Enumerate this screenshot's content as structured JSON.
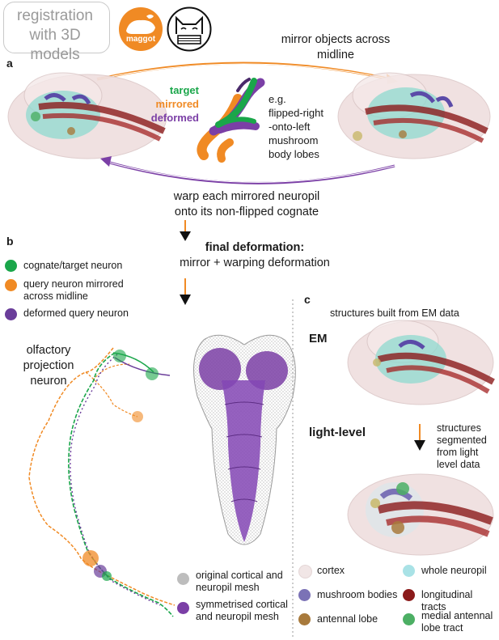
{
  "badge": {
    "title_line1": "registration",
    "title_line2": "with 3D models",
    "maggot_label": "maggot"
  },
  "panel_a": {
    "letter": "a",
    "top_arrow_label_line1": "mirror objects across",
    "top_arrow_label_line2": "midline",
    "lobe_legend": {
      "target": "target",
      "mirrored": "mirrored",
      "deformed": "deformed"
    },
    "example_text": [
      "e.g.",
      "flipped-right",
      "-onto-left",
      "mushroom",
      "body lobes"
    ],
    "bottom_arrow_label_line1": "warp each mirrored neuropil",
    "bottom_arrow_label_line2": "onto its non-flipped cognate"
  },
  "final_deformation": {
    "title": "final deformation:",
    "subtitle": "mirror + warping deformation"
  },
  "panel_b": {
    "letter": "b",
    "legend": [
      {
        "text": "cognate/target neuron",
        "color": "#1aa64a"
      },
      {
        "text": "query neuron mirrored",
        "text2": "across midline",
        "color": "#f08a24"
      },
      {
        "text": "deformed query neuron",
        "color": "#6a3d9a"
      }
    ],
    "neuron_label": [
      "olfactory",
      "projection",
      "neuron"
    ],
    "mesh_legend": [
      {
        "text": "original cortical and",
        "text2": "neuropil mesh",
        "color": "#bdbdbd"
      },
      {
        "text": "symmetrised cortical",
        "text2": "and neuropil mesh",
        "color": "#7b3fa6"
      }
    ]
  },
  "panel_c": {
    "letter": "c",
    "header": "structures built from EM data",
    "em_label": "EM",
    "light_label": "light-level",
    "seg_text": [
      "structures",
      "segmented",
      "from light",
      "level data"
    ],
    "legend": [
      {
        "text": "cortex",
        "color": "#f1e6e6"
      },
      {
        "text": "whole neuropil",
        "color": "#a9e2e6"
      },
      {
        "text": "mushroom bodies",
        "color": "#7b72b6"
      },
      {
        "text": "longitudinal tracts",
        "color": "#8b1a1a"
      },
      {
        "text": "antennal lobe",
        "color": "#a87a3c"
      },
      {
        "text": "medial antennal",
        "text2": "lobe tract",
        "color": "#4caf64"
      }
    ]
  },
  "colors": {
    "orange": "#f08a24",
    "purple": "#7b3fa6",
    "green": "#1aa64a",
    "red_tract": "#8b1a1a",
    "neuropil": "#8fd9cf",
    "cortex": "#efdede"
  }
}
